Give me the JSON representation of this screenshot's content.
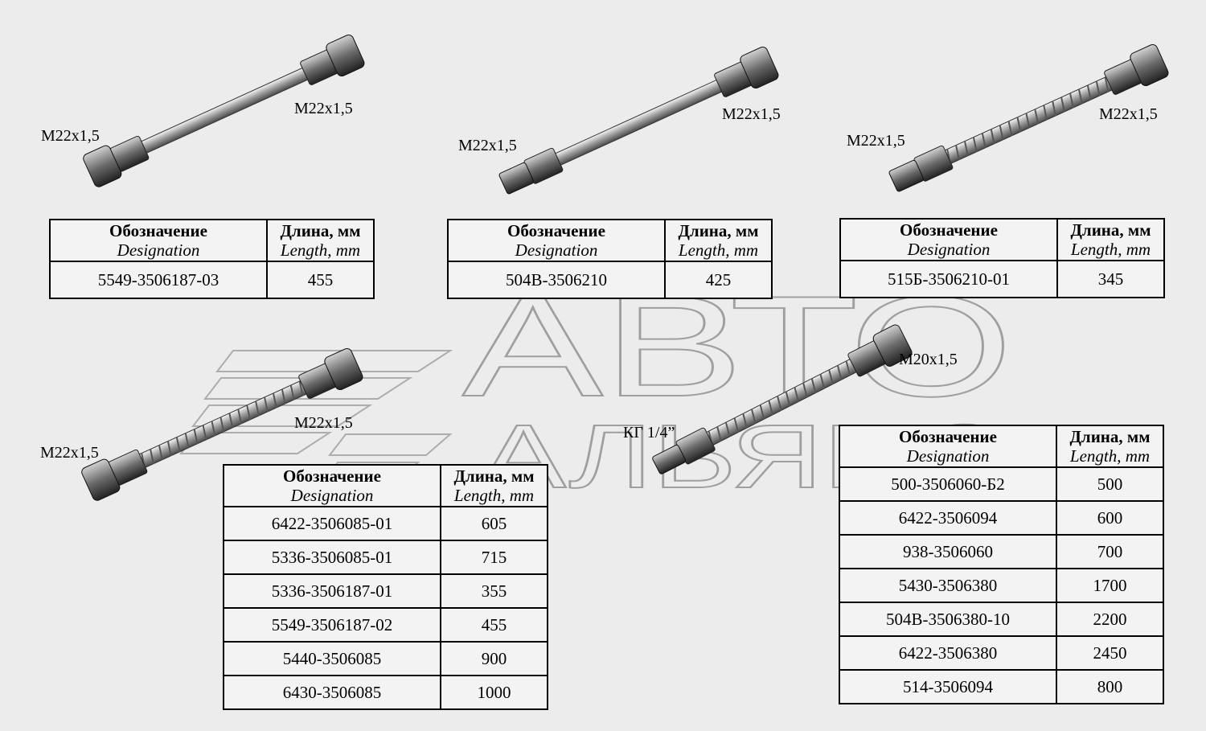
{
  "header": {
    "ru": "Обозначение",
    "en": "Designation",
    "len_ru": "Длина, мм",
    "len_en": "Length, mm"
  },
  "labels": {
    "h1_left": "M22x1,5",
    "h1_right": "M22x1,5",
    "h2_left": "M22x1,5",
    "h2_right": "M22x1,5",
    "h3_left": "M22x1,5",
    "h3_right": "M22x1,5",
    "h4_left": "M22x1,5",
    "h4_right": "M22x1,5",
    "h5_left": "КГ 1/4”",
    "h5_right": "M20x1,5"
  },
  "tables": {
    "t1": [
      [
        "5549-3506187-03",
        "455"
      ]
    ],
    "t2": [
      [
        "504В-3506210",
        "425"
      ]
    ],
    "t3": [
      [
        "515Б-3506210-01",
        "345"
      ]
    ],
    "t4": [
      [
        "6422-3506085-01",
        "605"
      ],
      [
        "5336-3506085-01",
        "715"
      ],
      [
        "5336-3506187-01",
        "355"
      ],
      [
        "5549-3506187-02",
        "455"
      ],
      [
        "5440-3506085",
        "900"
      ],
      [
        "6430-3506085",
        "1000"
      ]
    ],
    "t5": [
      [
        "500-3506060-Б2",
        "500"
      ],
      [
        "6422-3506094",
        "600"
      ],
      [
        "938-3506060",
        "700"
      ],
      [
        "5430-3506380",
        "1700"
      ],
      [
        "504В-3506380-10",
        "2200"
      ],
      [
        "6422-3506380",
        "2450"
      ],
      [
        "514-3506094",
        "800"
      ]
    ]
  },
  "watermark": {
    "line1": "АВТО",
    "line2": "АЛЬЯНС"
  }
}
